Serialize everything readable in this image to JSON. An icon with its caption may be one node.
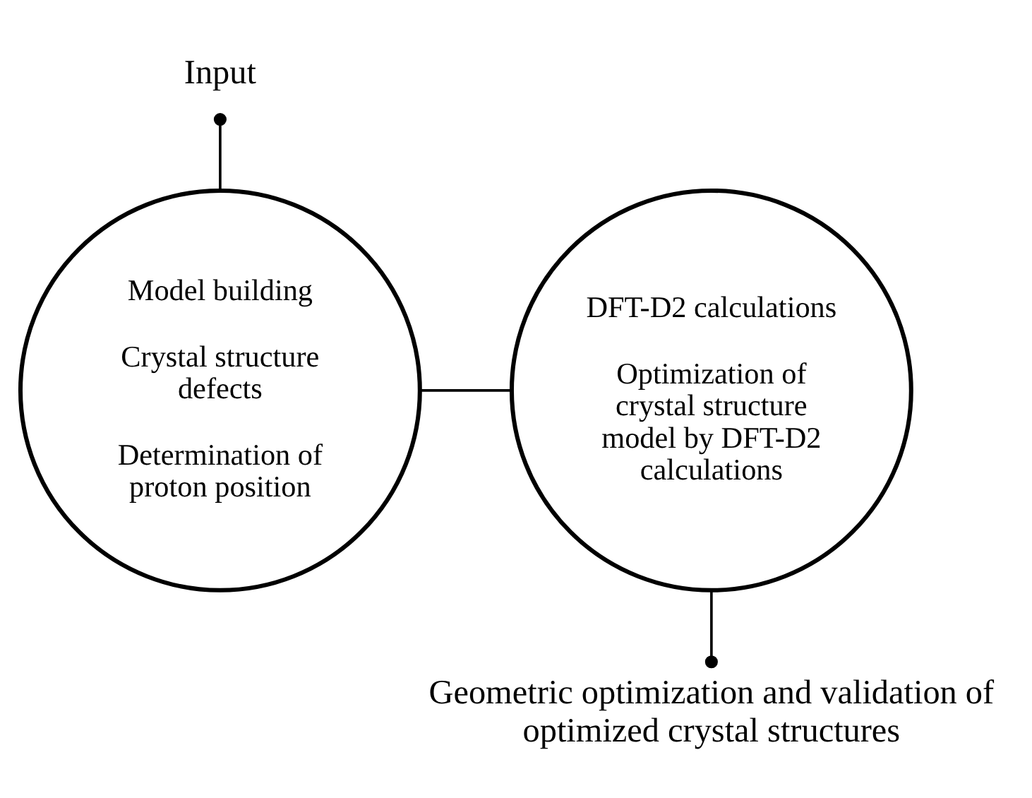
{
  "diagram": {
    "nodes": [
      {
        "text": [
          "Input"
        ]
      },
      {
        "text": [
          "Model building",
          "Crystal structure defects",
          "Determination of proton position"
        ]
      },
      {
        "text": [
          "DFT-D2 calculations",
          "Optimization of crystal structure model by DFT-D2 calculations"
        ]
      },
      {
        "text": [
          "Geometric optimization and validation of optimized crystal structures"
        ]
      }
    ],
    "edges": [
      {
        "from": 0,
        "to": 1,
        "arrow": "other"
      },
      {
        "from": 1,
        "to": 2,
        "arrow": "none"
      },
      {
        "from": 3,
        "to": 2,
        "arrow": "other"
      }
    ]
  }
}
